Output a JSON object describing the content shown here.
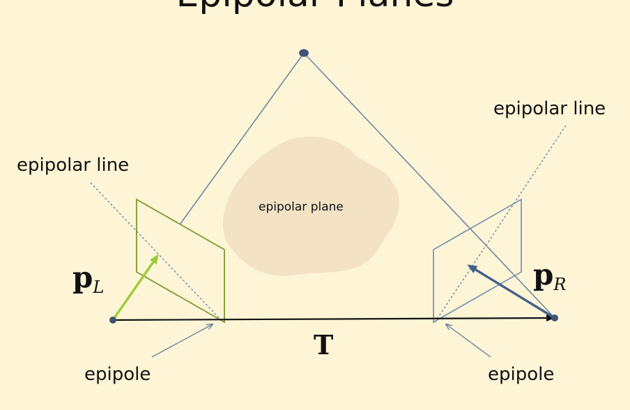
{
  "title": "Epipolar Planes",
  "labels": {
    "epipolar_line_left": "epipolar line",
    "epipolar_line_right": "epipolar line",
    "epipolar_plane": "epipolar plane",
    "epipole_left": "epipole",
    "epipole_right": "epipole",
    "baseline": "T",
    "point_left_main": "p",
    "point_left_sub": "L",
    "point_right_main": "p",
    "point_right_sub": "R"
  },
  "colors": {
    "background": "#fdf5d6",
    "left_image_plane": "#7a9a2e",
    "left_vector": "#9ccc3c",
    "right_image_plane": "#7d97b3",
    "right_vector": "#44618a",
    "epipolar_plane_fill": "#f3e2c4",
    "ray_lines": "#6d87a6",
    "points": "#3b5575",
    "baseline": "#111111"
  }
}
